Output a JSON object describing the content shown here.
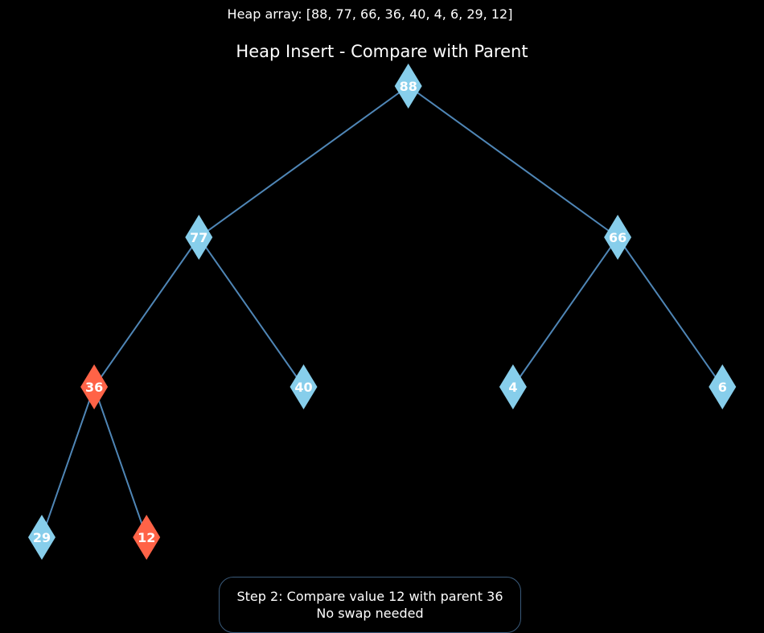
{
  "header": {
    "heap_array": "Heap array: [88, 77, 66, 36, 40, 4, 6, 29, 12]"
  },
  "title": "Heap Insert - Compare with Parent",
  "colors": {
    "edge": "#4f86b6",
    "node": "#87ceeb",
    "highlight": "#ff6347"
  },
  "tree": {
    "nodes": [
      {
        "value": "88",
        "highlighted": false
      },
      {
        "value": "77",
        "highlighted": false
      },
      {
        "value": "66",
        "highlighted": false
      },
      {
        "value": "36",
        "highlighted": true
      },
      {
        "value": "40",
        "highlighted": false
      },
      {
        "value": "4",
        "highlighted": false
      },
      {
        "value": "6",
        "highlighted": false
      },
      {
        "value": "29",
        "highlighted": false
      },
      {
        "value": "12",
        "highlighted": true
      }
    ]
  },
  "status": {
    "line1": "Step 2: Compare value 12 with parent 36",
    "line2": "No swap needed"
  }
}
